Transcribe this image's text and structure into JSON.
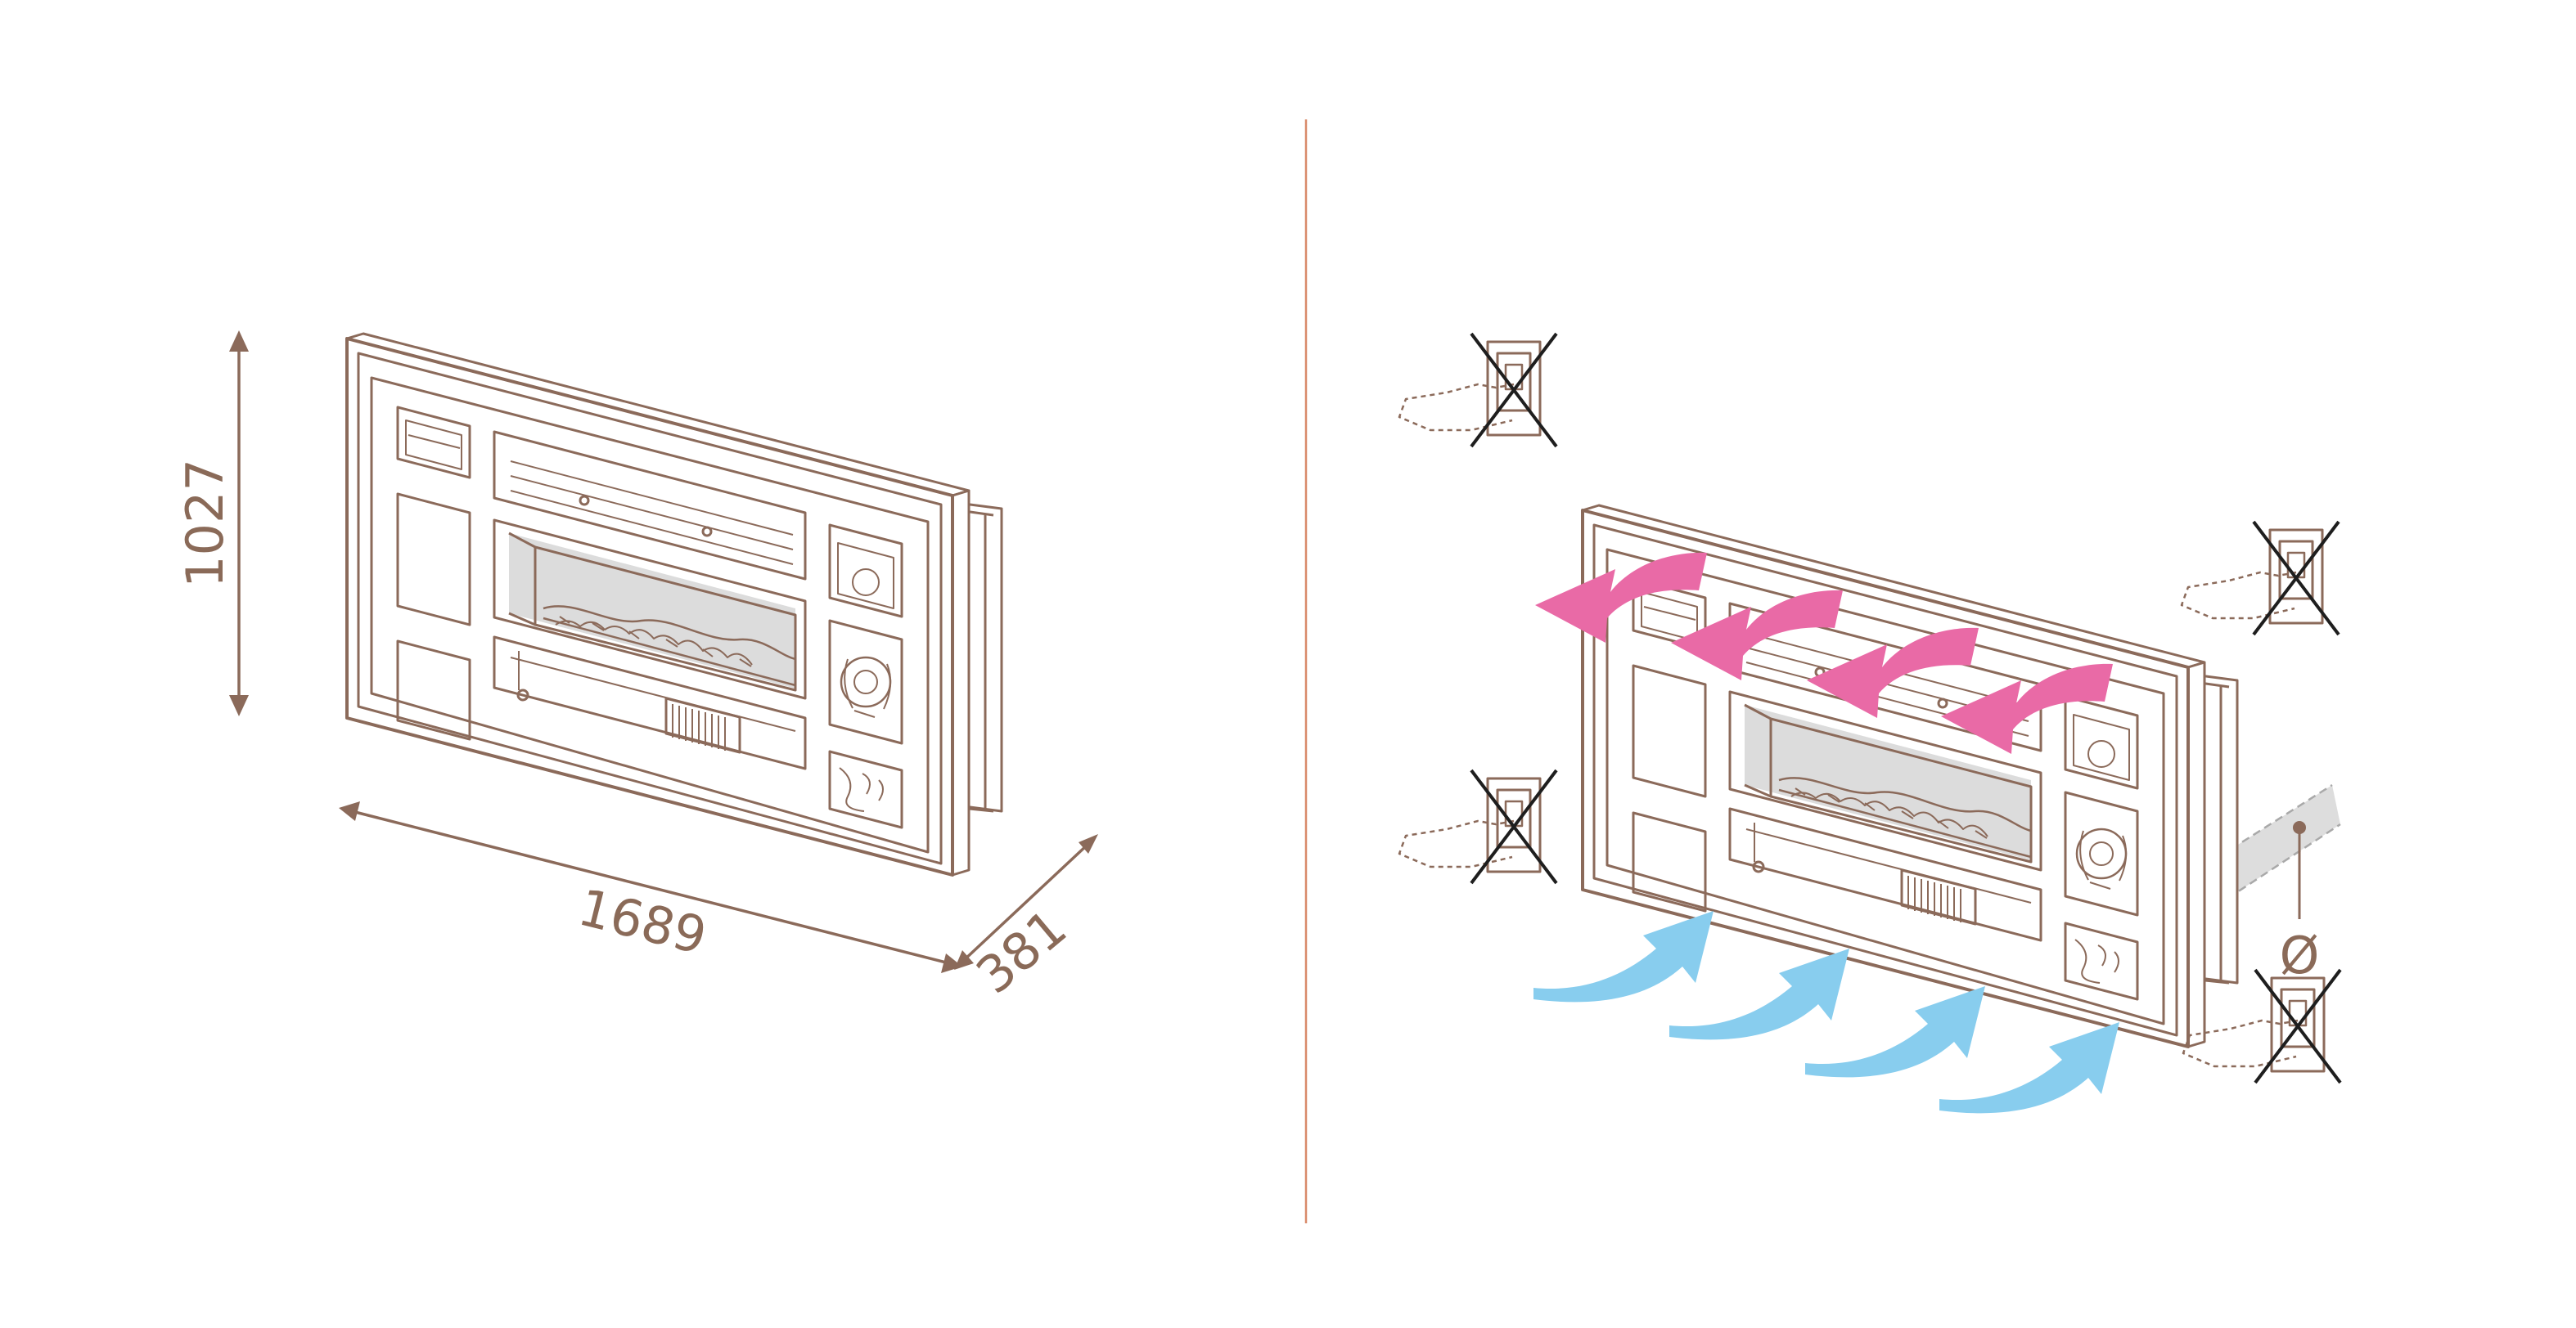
{
  "colors": {
    "line": "#8b6a5a",
    "divider": "#d98a6a",
    "hot_air": "#e96aa6",
    "cold_air": "#88cdee",
    "duct": "#cfcfcf",
    "glass": "#dcdcdc"
  },
  "dimensions": {
    "height": "1027",
    "width": "1689",
    "depth": "381"
  },
  "diameter_symbol": "Ø",
  "icons": {
    "forbidden": "crossed-out-wall-switch-icon",
    "hot_air": "hot-air-out-arrow-icon",
    "cold_air": "cold-air-in-arrow-icon"
  }
}
